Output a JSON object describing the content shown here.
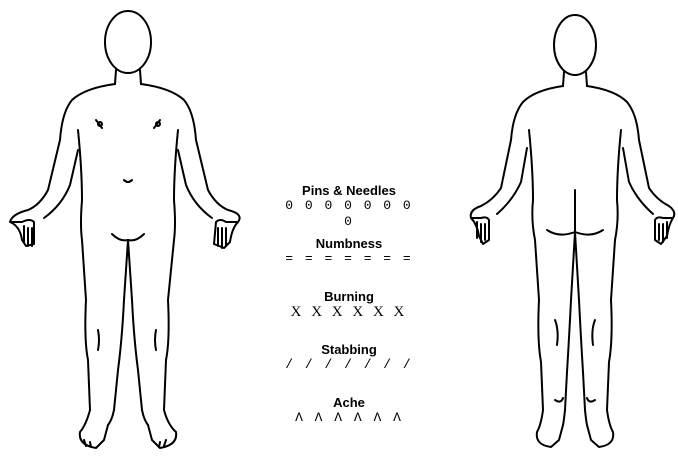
{
  "figures": [
    {
      "view": "front"
    },
    {
      "view": "back"
    }
  ],
  "legend": {
    "items": [
      {
        "label": "Pins & Needles",
        "symbol": "0 0 0 0 0 0 0 0"
      },
      {
        "label": "Numbness",
        "symbol": "= = = = = = ="
      },
      {
        "label": "Burning",
        "symbol": "X X X X X X"
      },
      {
        "label": "Stabbing",
        "symbol": "/ / / / / / /"
      },
      {
        "label": "Ache",
        "symbol": "Λ Λ Λ Λ Λ Λ"
      }
    ]
  },
  "colors": {
    "line": "#000000",
    "background": "#ffffff"
  }
}
